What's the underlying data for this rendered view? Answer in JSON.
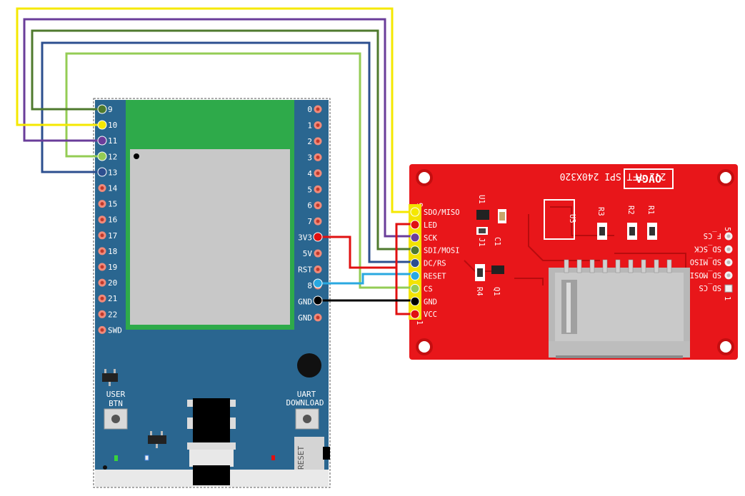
{
  "board": {
    "left_pins": [
      "9",
      "10",
      "11",
      "12",
      "13",
      "14",
      "15",
      "16",
      "17",
      "18",
      "19",
      "20",
      "21",
      "22",
      "SWD"
    ],
    "right_pins": [
      "0",
      "1",
      "2",
      "3",
      "4",
      "5",
      "6",
      "7",
      "3V3",
      "5V",
      "RST",
      "8",
      "GND",
      "GND"
    ],
    "user_btn_label": [
      "USER",
      "BTN"
    ],
    "uart_label": [
      "UART",
      "DOWNLOAD"
    ],
    "reset_label": "RESET"
  },
  "tft": {
    "title": "2.2 TFT SPI 240X320",
    "brand": "QVGA",
    "pins": [
      "SDO/MISO",
      "LED",
      "SCK",
      "SDI/MOSI",
      "DC/RS",
      "RESET",
      "CS",
      "GND",
      "VCC"
    ],
    "pin_num_top": "9",
    "pin_num_bottom": "1",
    "sd_pins": [
      "F_CS",
      "SD_SCK",
      "SD_MISO",
      "SD_MOSI",
      "SD_CS"
    ],
    "sd_num_top": "5",
    "sd_num_bottom": "1",
    "components": [
      "U1",
      "C1",
      "J1",
      "U3",
      "R3",
      "R2",
      "R1",
      "R4",
      "Q1"
    ]
  },
  "wire_colors": {
    "yellow": "#f5e800",
    "purple": "#6a3d9a",
    "dark_green": "#4f7a2e",
    "blue": "#2c4f8f",
    "light_green": "#94cc55",
    "red": "#e01010",
    "cyan": "#29a8e0",
    "black": "#000000"
  },
  "board_color": "#2a6690",
  "module_color": "#2eaa4a",
  "pcb_color": "#e8161a"
}
